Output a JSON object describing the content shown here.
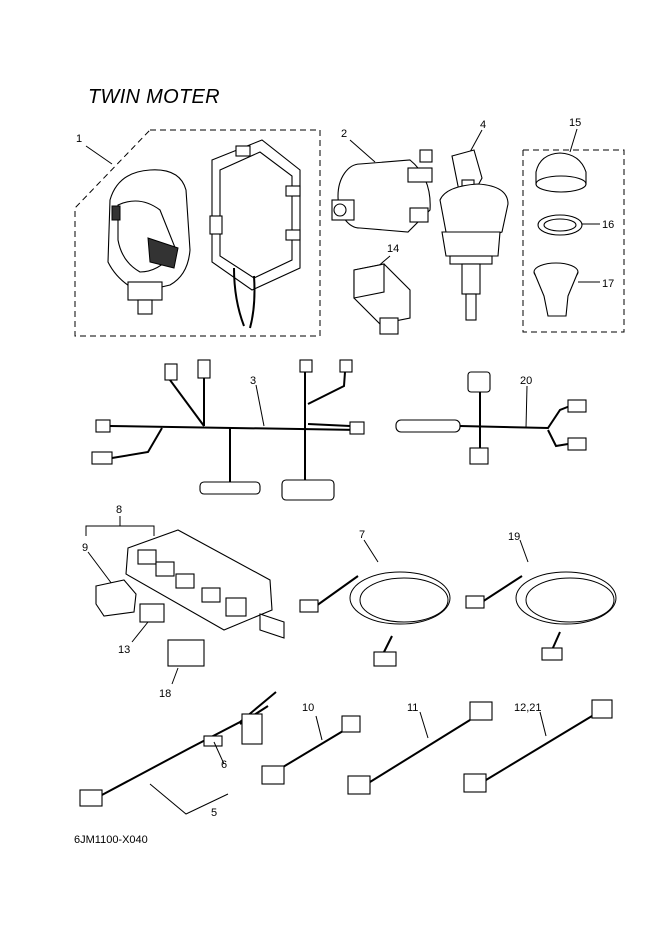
{
  "diagram": {
    "title": "TWIN MOTER",
    "drawing_code": "6JM1100-X040",
    "callouts": [
      {
        "id": "c1",
        "text": "1"
      },
      {
        "id": "c2",
        "text": "2"
      },
      {
        "id": "c3",
        "text": "3"
      },
      {
        "id": "c4",
        "text": "4"
      },
      {
        "id": "c5",
        "text": "5"
      },
      {
        "id": "c6",
        "text": "6"
      },
      {
        "id": "c7",
        "text": "7"
      },
      {
        "id": "c8",
        "text": "8"
      },
      {
        "id": "c9",
        "text": "9"
      },
      {
        "id": "c10",
        "text": "10"
      },
      {
        "id": "c11",
        "text": "11"
      },
      {
        "id": "c12",
        "text": "12,21"
      },
      {
        "id": "c13",
        "text": "13"
      },
      {
        "id": "c14",
        "text": "14"
      },
      {
        "id": "c15",
        "text": "15"
      },
      {
        "id": "c16",
        "text": "16"
      },
      {
        "id": "c17",
        "text": "17"
      },
      {
        "id": "c18",
        "text": "18"
      },
      {
        "id": "c19",
        "text": "19"
      },
      {
        "id": "c20",
        "text": "20"
      }
    ]
  }
}
